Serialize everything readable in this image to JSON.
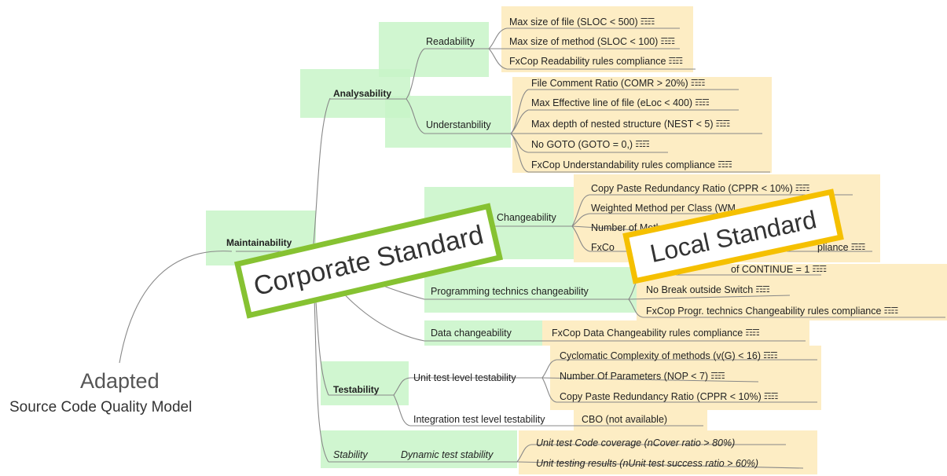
{
  "title": {
    "line1": "Adapted",
    "line2": "Source Code Quality Model"
  },
  "stamps": {
    "corporate": "Corporate Standard",
    "local": "Local Standard"
  },
  "colors": {
    "corporate_border": "#86c232",
    "local_border": "#f5c000",
    "node_bg": "#c8f5c8",
    "leaf_bg": "#fdedc4"
  },
  "priority_icon": "priority-flag-icon",
  "root": {
    "label": "Maintainability"
  },
  "characteristics": {
    "analysability": "Analysability",
    "testability": "Testability",
    "stability": "Stability"
  },
  "subcharacteristics": {
    "readability": "Readability",
    "understandability": "Understanbility",
    "changeability": "Changeability",
    "prog_changeability": "Programming technics changeability",
    "data_changeability": "Data changeability",
    "unit_testability": "Unit test level testability",
    "integration_testability": "Integration test level testability",
    "dynamic_stability": "Dynamic test stability"
  },
  "metrics": {
    "readability": [
      "Max size of file (SLOC < 500)",
      "Max size of method (SLOC < 100)",
      "FxCop Readability rules compliance"
    ],
    "understandability": [
      "File Comment Ratio (COMR > 20%)",
      "Max Effective line of file (eLoc < 400)",
      "Max depth of nested structure (NEST < 5)",
      "No GOTO (GOTO = 0,)",
      "FxCop Understandability rules compliance"
    ],
    "changeability": [
      "Copy Paste Redundancy Ratio (CPPR < 10%)",
      "Weighted Method per Class (WM",
      "Number of Meth",
      "FxCo",
      "pliance"
    ],
    "prog_changeability": [
      "of CONTINUE = 1",
      "No Break outside Switch",
      "FxCop Progr. technics Changeability rules compliance"
    ],
    "data_changeability": [
      "FxCop Data Changeability rules compliance"
    ],
    "unit_testability": [
      "Cyclomatic Complexity of methods (v(G) < 16)",
      "Number Of Parameters (NOP < 7)",
      "Copy Paste Redundancy Ratio (CPPR < 10%)"
    ],
    "integration_testability": [
      "CBO (not available)"
    ],
    "dynamic_stability": [
      "Unit test Code coverage (nCover ratio > 80%)",
      "Unit testing results (nUnit test success ratio > 60%)"
    ]
  }
}
